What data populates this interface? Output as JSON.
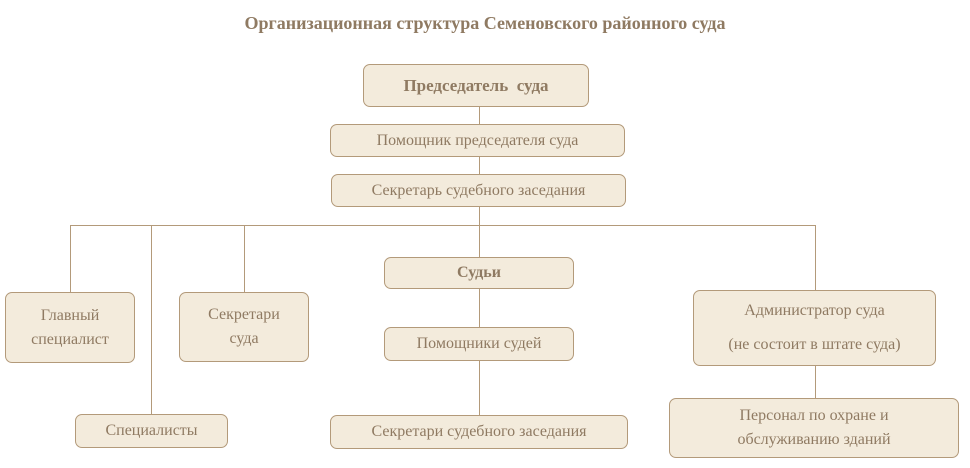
{
  "title": "Организационная структура Семеновского районного суда",
  "boxes": {
    "chairman": "Председатель  суда",
    "chairman_assistant": "Помощник председателя суда",
    "secretary": "Секретарь судебного заседания",
    "chief_specialist": "Главный специалист",
    "court_secretaries": "Секретари суда",
    "judges": "Судьи",
    "judges_assistants": "Помощники судей",
    "administrator_line1": "Администратор суда",
    "administrator_line2": "(не состоит в штате суда)",
    "specialists": "Специалисты",
    "hearing_secretaries": "Секретари судебного заседания",
    "staff": "Персонал по охране и обслуживанию зданий"
  }
}
